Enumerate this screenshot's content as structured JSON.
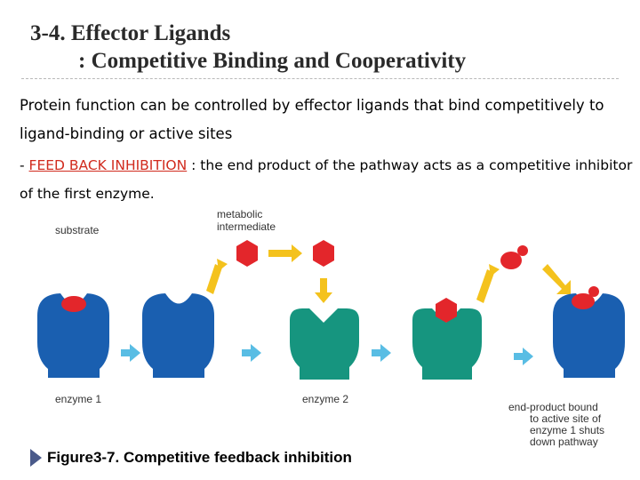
{
  "title": {
    "line1": "3-4. Effector Ligands",
    "line2": ": Competitive Binding and Cooperativity"
  },
  "paragraph1": "Protein function can be controlled by effector ligands that bind competitively to ligand-binding or active sites",
  "paragraph2": {
    "prefix": "- ",
    "highlight": "FEED BACK INHIBITION",
    "rest": " : the end product of the pathway acts as a competitive inhibitor of the first enzyme."
  },
  "figure": {
    "label_substrate": "substrate",
    "label_metabolic_line1": "metabolic",
    "label_metabolic_line2": "intermediate",
    "label_enzyme1": "enzyme 1",
    "label_enzyme2": "enzyme 2",
    "end_note": [
      "end-product bound",
      "to active site of",
      "enzyme 1 shuts",
      "down pathway"
    ],
    "colors": {
      "enzyme1": "#1a5fb0",
      "enzyme2": "#16957f",
      "ligand": "#e3262b",
      "arrow_yellow": "#f4c21d",
      "arrow_blue": "#59bde4"
    }
  },
  "caption": "Figure3-7. Competitive feedback inhibition"
}
